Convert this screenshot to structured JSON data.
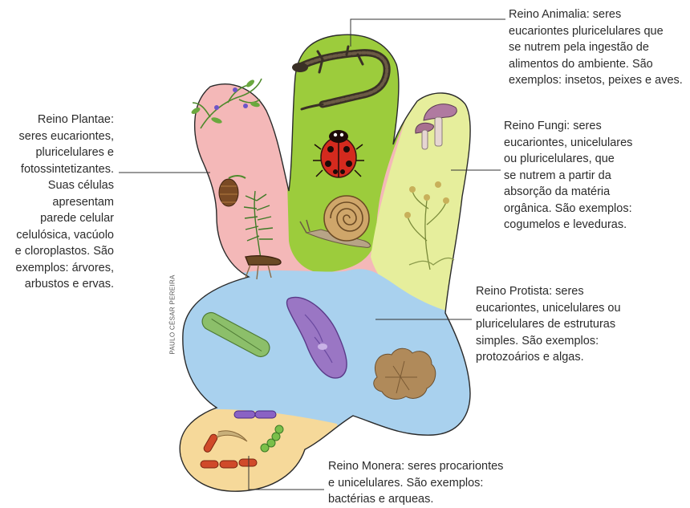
{
  "kingdoms": {
    "animalia": {
      "name": "Reino Animalia",
      "lines": [
        "Reino Animalia: seres",
        "eucariontes pluricelulares que",
        "se nutrem pela ingestão de",
        "alimentos do ambiente. São",
        "exemplos: insetos, peixes e aves."
      ],
      "color": "#9ccc3c",
      "examples": [
        "lagarto",
        "joaninha",
        "caracol"
      ]
    },
    "plantae": {
      "name": "Reino Plantae",
      "lines": [
        "Reino Plantae:",
        "seres eucariontes,",
        "pluricelulares e",
        "fotossintetizantes.",
        "Suas células",
        "apresentam",
        "parede celular",
        "celulósica, vacúolo",
        "e cloroplastos. São",
        "exemplos: árvores,",
        "arbustos e ervas."
      ],
      "color": "#f4b8b8",
      "examples": [
        "erva",
        "pinha",
        "samambaia"
      ]
    },
    "fungi": {
      "name": "Reino Fungi",
      "lines": [
        "Reino Fungi: seres",
        "eucariontes, unicelulares",
        "ou pluricelulares, que",
        "se nutrem a partir da",
        "absorção da matéria",
        "orgânica. São exemplos:",
        "cogumelos e leveduras."
      ],
      "color": "#e6ee9c",
      "examples": [
        "cogumelo",
        "bolor"
      ]
    },
    "protista": {
      "name": "Reino Protista",
      "lines": [
        "Reino Protista: seres",
        "eucariontes, unicelulares ou",
        "pluricelulares de estruturas",
        "simples. São exemplos:",
        "protozoários e algas."
      ],
      "color": "#a9d1ee",
      "examples": [
        "alga",
        "paramécio",
        "alga parda"
      ]
    },
    "monera": {
      "name": "Reino Monera",
      "lines": [
        "Reino Monera: seres procariontes",
        "e unicelulares. São exemplos:",
        "bactérias e arqueas."
      ],
      "color": "#f6d99a",
      "examples": [
        "bacilos",
        "cocos",
        "espirilo"
      ]
    }
  },
  "credit": "PAULO CÉSAR PEREIRA",
  "colors": {
    "outline": "#2a2a2a",
    "leader": "#333333",
    "text": "#2b2b2b"
  }
}
